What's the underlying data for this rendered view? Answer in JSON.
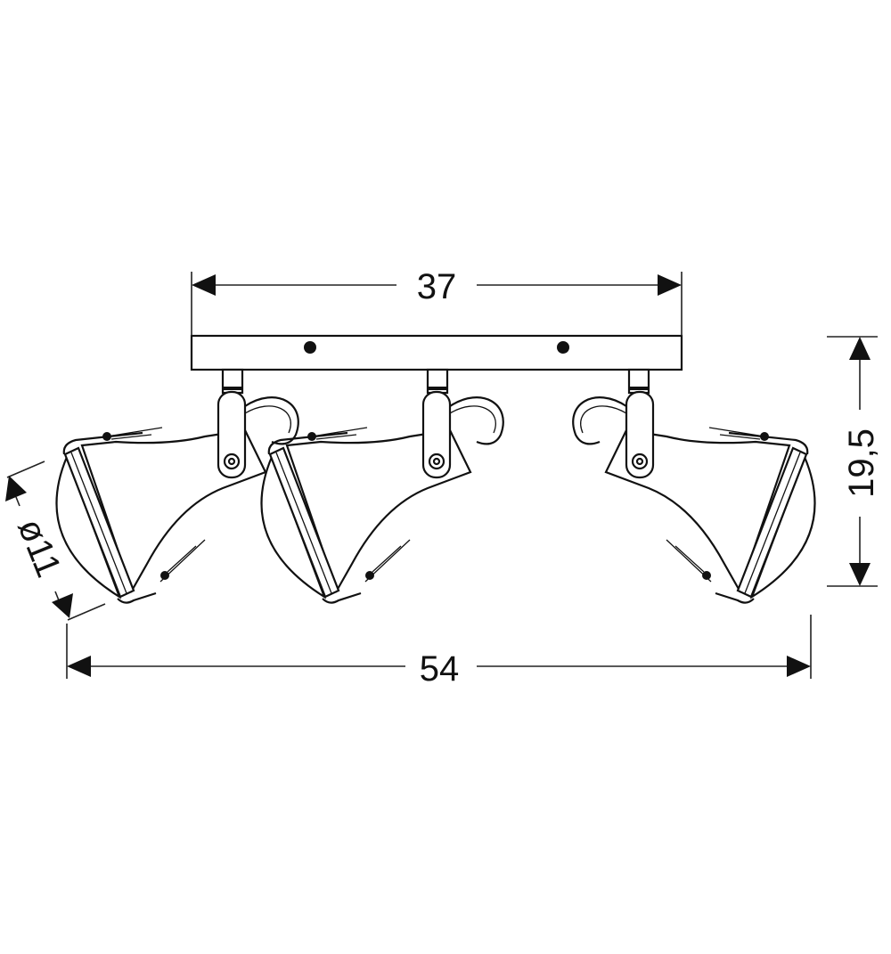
{
  "dimensions": {
    "bar_width": "37",
    "total_width": "54",
    "height": "19,5",
    "shade_diameter": "ø11"
  },
  "colors": {
    "line": "#111111",
    "background": "#ffffff"
  }
}
